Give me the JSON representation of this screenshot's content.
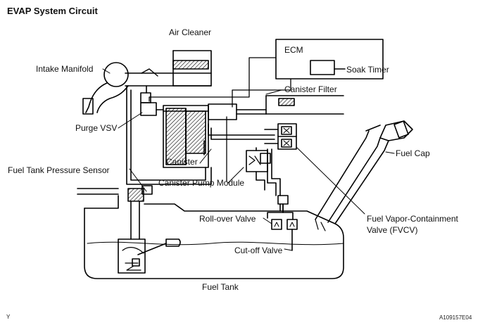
{
  "title": "EVAP System Circuit",
  "labels": {
    "air_cleaner": "Air Cleaner",
    "ecm": "ECM",
    "soak_timer": "Soak Timer",
    "intake_manifold": "Intake Manifold",
    "canister_filter": "Canister Filter",
    "purge_vsv": "Purge VSV",
    "canister": "Canister",
    "fuel_cap": "Fuel Cap",
    "fuel_tank_pressure_sensor": "Fuel Tank Pressure Sensor",
    "canister_pump_module": "Canister Pump Module",
    "roll_over_valve": "Roll-over Valve",
    "fvcv_line1": "Fuel Vapor-Containment",
    "fvcv_line2": "Valve (FVCV)",
    "cut_off_valve": "Cut-off Valve",
    "fuel_tank": "Fuel Tank"
  },
  "corner_left": "Y",
  "figure_id": "A109157E04"
}
